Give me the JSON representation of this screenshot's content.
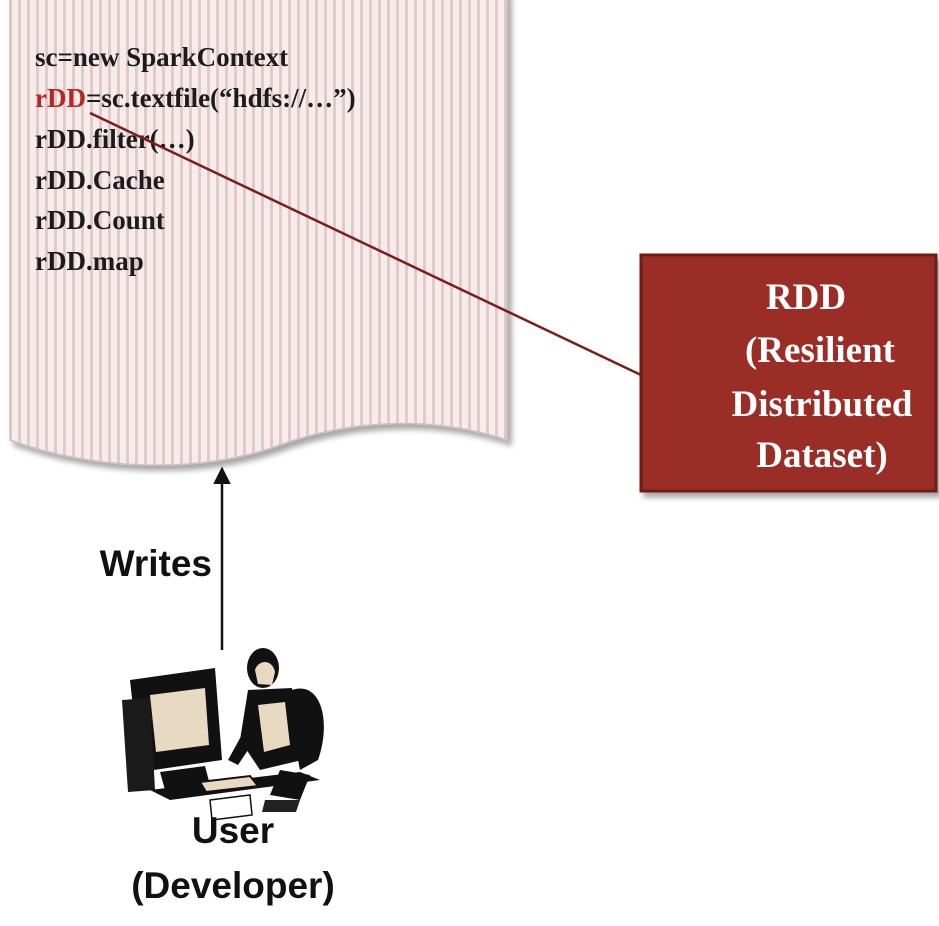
{
  "code_document": {
    "lines": [
      {
        "highlight": "",
        "rest": "sc=new SparkContext"
      },
      {
        "highlight": "rDD",
        "rest": "=sc.textfile(“hdfs://…”)"
      },
      {
        "highlight": "",
        "rest": "rDD.filter(…)"
      },
      {
        "highlight": "",
        "rest": "rDD.Cache"
      },
      {
        "highlight": "",
        "rest": "rDD.Count"
      },
      {
        "highlight": "",
        "rest": "rDD.map"
      }
    ],
    "highlight_color": "#b52822"
  },
  "rdd_box": {
    "lines": [
      "RDD",
      "(Resilient",
      "Distributed",
      "Dataset)"
    ],
    "fill_color": "#9a2d25",
    "border_color": "#6f1c16"
  },
  "arrow": {
    "label": "Writes"
  },
  "user": {
    "label_line1": "User",
    "label_line2": "(Developer)"
  },
  "connector_color": "#7c1d18",
  "icons": {
    "document": "document-icon",
    "user": "computer-user-icon"
  }
}
